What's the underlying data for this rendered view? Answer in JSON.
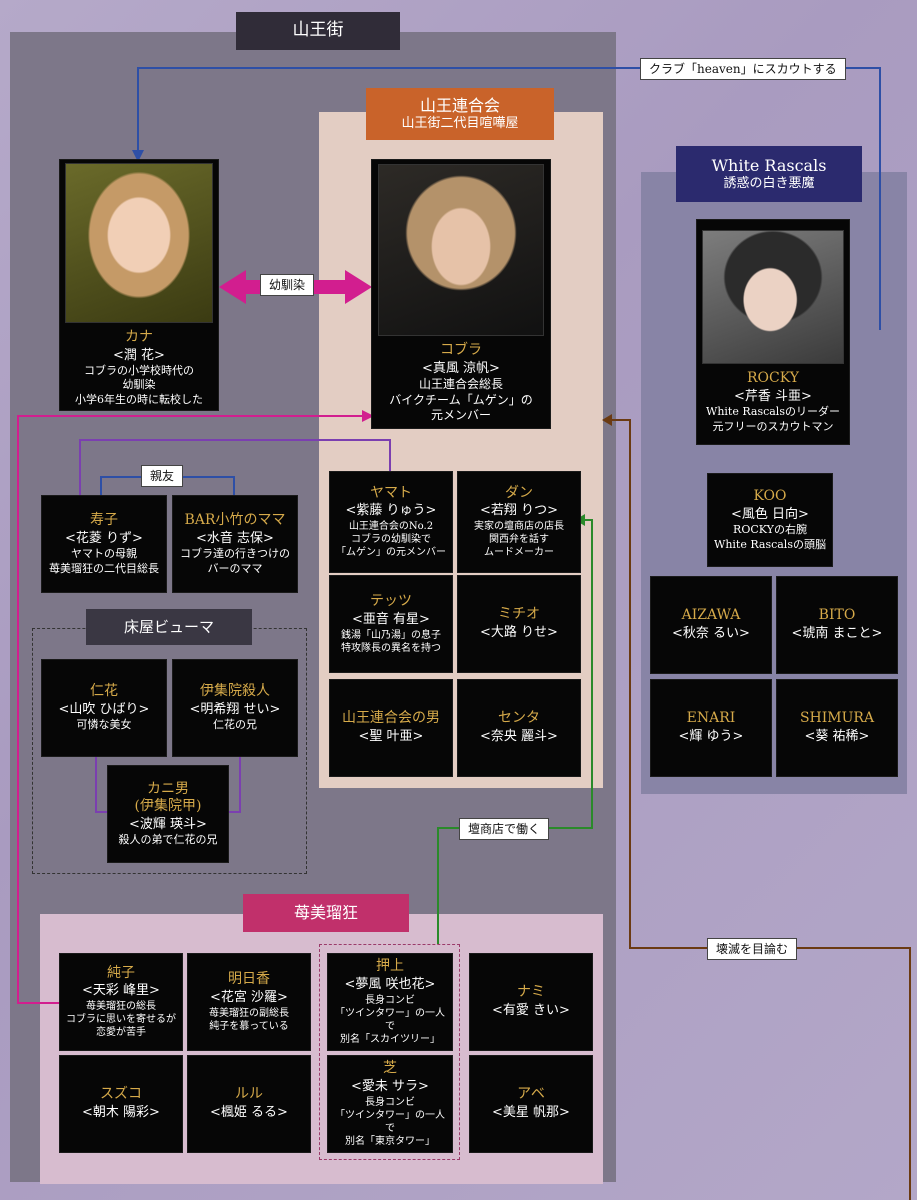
{
  "regions": {
    "sanno": {
      "title": "山王街"
    },
    "rengokai": {
      "title": "山王連合会",
      "subtitle": "山王街二代目喧嘩屋"
    },
    "white_rascals": {
      "title": "White Rascals",
      "subtitle": "誘惑の白き悪魔"
    },
    "tokoya": {
      "title": "床屋ビューマ"
    },
    "bimirukyo": {
      "title": "苺美瑠狂"
    }
  },
  "relations": {
    "scout": "クラブ「heaven」にスカウトする",
    "childhood": "幼馴染",
    "best_friend": "親友",
    "works_at": "壇商店で働く",
    "destroy": "壊滅を目論む"
  },
  "people": {
    "kana": {
      "name": "カナ",
      "actor": "<潤 花>",
      "desc": [
        "コブラの小学校時代の",
        "幼馴染",
        "小学6年生の時に転校した"
      ]
    },
    "cobra": {
      "name": "コブラ",
      "actor": "<真風 涼帆>",
      "desc": [
        "山王連合会総長",
        "バイクチーム「ムゲン」の",
        "元メンバー"
      ]
    },
    "rocky": {
      "name": "ROCKY",
      "actor": "<芹香 斗亜>",
      "desc": [
        "White Rascalsのリーダー",
        "元フリーのスカウトマン"
      ]
    },
    "koo": {
      "name": "KOO",
      "actor": "<風色 日向>",
      "desc": [
        "ROCKYの右腕",
        "White Rascalsの頭脳"
      ]
    },
    "aizawa": {
      "name": "AIZAWA",
      "actor": "<秋奈 るい>",
      "desc": []
    },
    "bito": {
      "name": "BITO",
      "actor": "<琥南 まこと>",
      "desc": []
    },
    "enari": {
      "name": "ENARI",
      "actor": "<輝 ゆう>",
      "desc": []
    },
    "shimura": {
      "name": "SHIMURA",
      "actor": "<葵 祐稀>",
      "desc": []
    },
    "yamato": {
      "name": "ヤマト",
      "actor": "<紫藤 りゅう>",
      "desc": [
        "山王連合会のNo.2",
        "コブラの幼馴染で",
        "「ムゲン」の元メンバー"
      ]
    },
    "dan": {
      "name": "ダン",
      "actor": "<若翔 りつ>",
      "desc": [
        "実家の壇商店の店長",
        "関西弁を話す",
        "ムードメーカー"
      ]
    },
    "tettsu": {
      "name": "テッツ",
      "actor": "<亜音 有星>",
      "desc": [
        "銭湯「山乃湯」の息子",
        "特攻隊長の異名を持つ"
      ]
    },
    "michio": {
      "name": "ミチオ",
      "actor": "<大路 りせ>",
      "desc": []
    },
    "rengo_man": {
      "name": "山王連合会の男",
      "actor": "<聖 叶亜>",
      "desc": []
    },
    "senta": {
      "name": "センタ",
      "actor": "<奈央 麗斗>",
      "desc": []
    },
    "kotobuki": {
      "name": "寿子",
      "actor": "<花菱 りず>",
      "desc": [
        "ヤマトの母親",
        "苺美瑠狂の二代目総長"
      ]
    },
    "mama": {
      "name": "BAR小竹のママ",
      "actor": "<水音 志保>",
      "desc": [
        "コブラ達の行きつけの",
        "バーのママ"
      ]
    },
    "nika": {
      "name": "仁花",
      "actor": "<山吹 ひばり>",
      "desc": [
        "可憐な美女"
      ]
    },
    "ijuin": {
      "name": "伊集院殺人",
      "actor": "<明希翔 せい>",
      "desc": [
        "仁花の兄"
      ]
    },
    "kaniotoko": {
      "name": "カニ男",
      "name2": "(伊集院甲)",
      "actor": "<波輝 瑛斗>",
      "desc": [
        "殺人の弟で仁花の兄"
      ]
    },
    "junko": {
      "name": "純子",
      "actor": "<天彩 峰里>",
      "desc": [
        "苺美瑠狂の総長",
        "コブラに思いを寄せるが",
        "恋愛が苦手"
      ]
    },
    "asuka": {
      "name": "明日香",
      "actor": "<花宮 沙羅>",
      "desc": [
        "苺美瑠狂の副総長",
        "純子を慕っている"
      ]
    },
    "oshiage": {
      "name": "押上",
      "actor": "<夢風 咲也花>",
      "desc": [
        "長身コンビ",
        "「ツインタワー」の一人で",
        "別名「スカイツリー」"
      ]
    },
    "nami": {
      "name": "ナミ",
      "actor": "<有愛 きい>",
      "desc": []
    },
    "suzuko": {
      "name": "スズコ",
      "actor": "<朝木 陽彩>",
      "desc": []
    },
    "ruru": {
      "name": "ルル",
      "actor": "<楓姫 るる>",
      "desc": []
    },
    "shiba": {
      "name": "芝",
      "actor": "<愛未 サラ>",
      "desc": [
        "長身コンビ",
        "「ツインタワー」の一人で",
        "別名「東京タワー」"
      ]
    },
    "abe": {
      "name": "アベ",
      "actor": "<美星 帆那>",
      "desc": []
    }
  },
  "colors": {
    "sanno_bg": "#7d7789",
    "rengokai_bg": "#e3cdc3",
    "rengokai_header": "#c9632a",
    "wr_bg": "#8884a6",
    "wr_header": "#2b2a6e",
    "bimirukyo_bg": "#d7bccf",
    "bimirukyo_header": "#c1306b",
    "name_gold": "#d6aa4a",
    "line_blue": "#2e4fa6",
    "line_magenta": "#d21e8f",
    "line_purple": "#7b3fb0",
    "line_green": "#2a8a2a",
    "line_brown": "#6b3a12"
  }
}
